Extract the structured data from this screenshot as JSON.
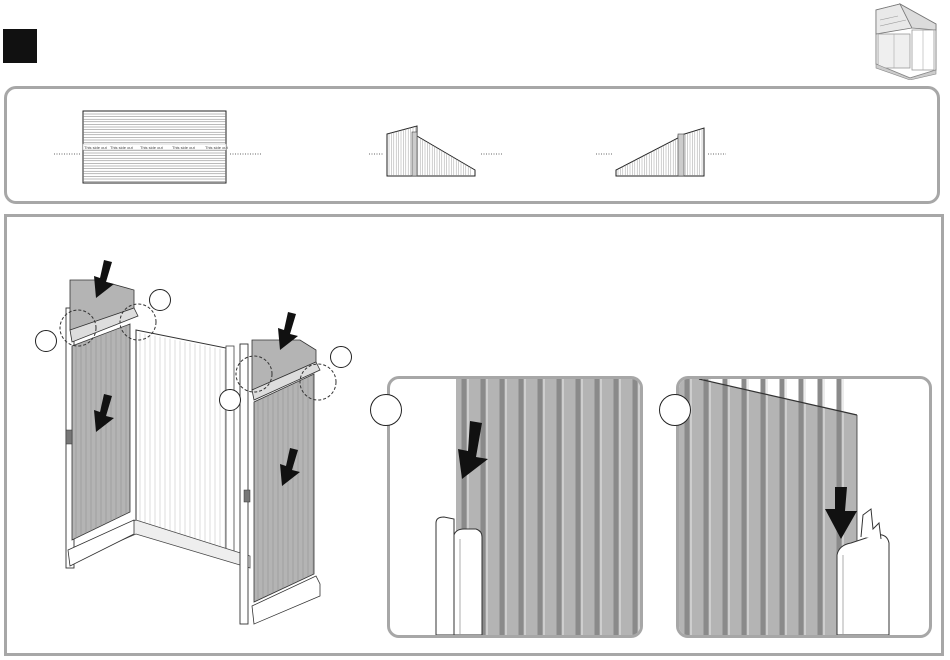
{
  "sheet_label": "This side out",
  "sheet_label_repeat": [
    "This side out",
    "This side out",
    "This side out",
    "This side out",
    "This side out"
  ],
  "colors": {
    "frame_border": "#a7a7a7",
    "panel_fill": "#b4b4b4",
    "rib_dark": "#8a8a8a",
    "ink": "#111111"
  },
  "icons": [
    "step-marker-square",
    "shed-thumbnail-icon",
    "down-arrow-icon",
    "detail-callout-circle",
    "dashed-highlight-circle"
  ]
}
